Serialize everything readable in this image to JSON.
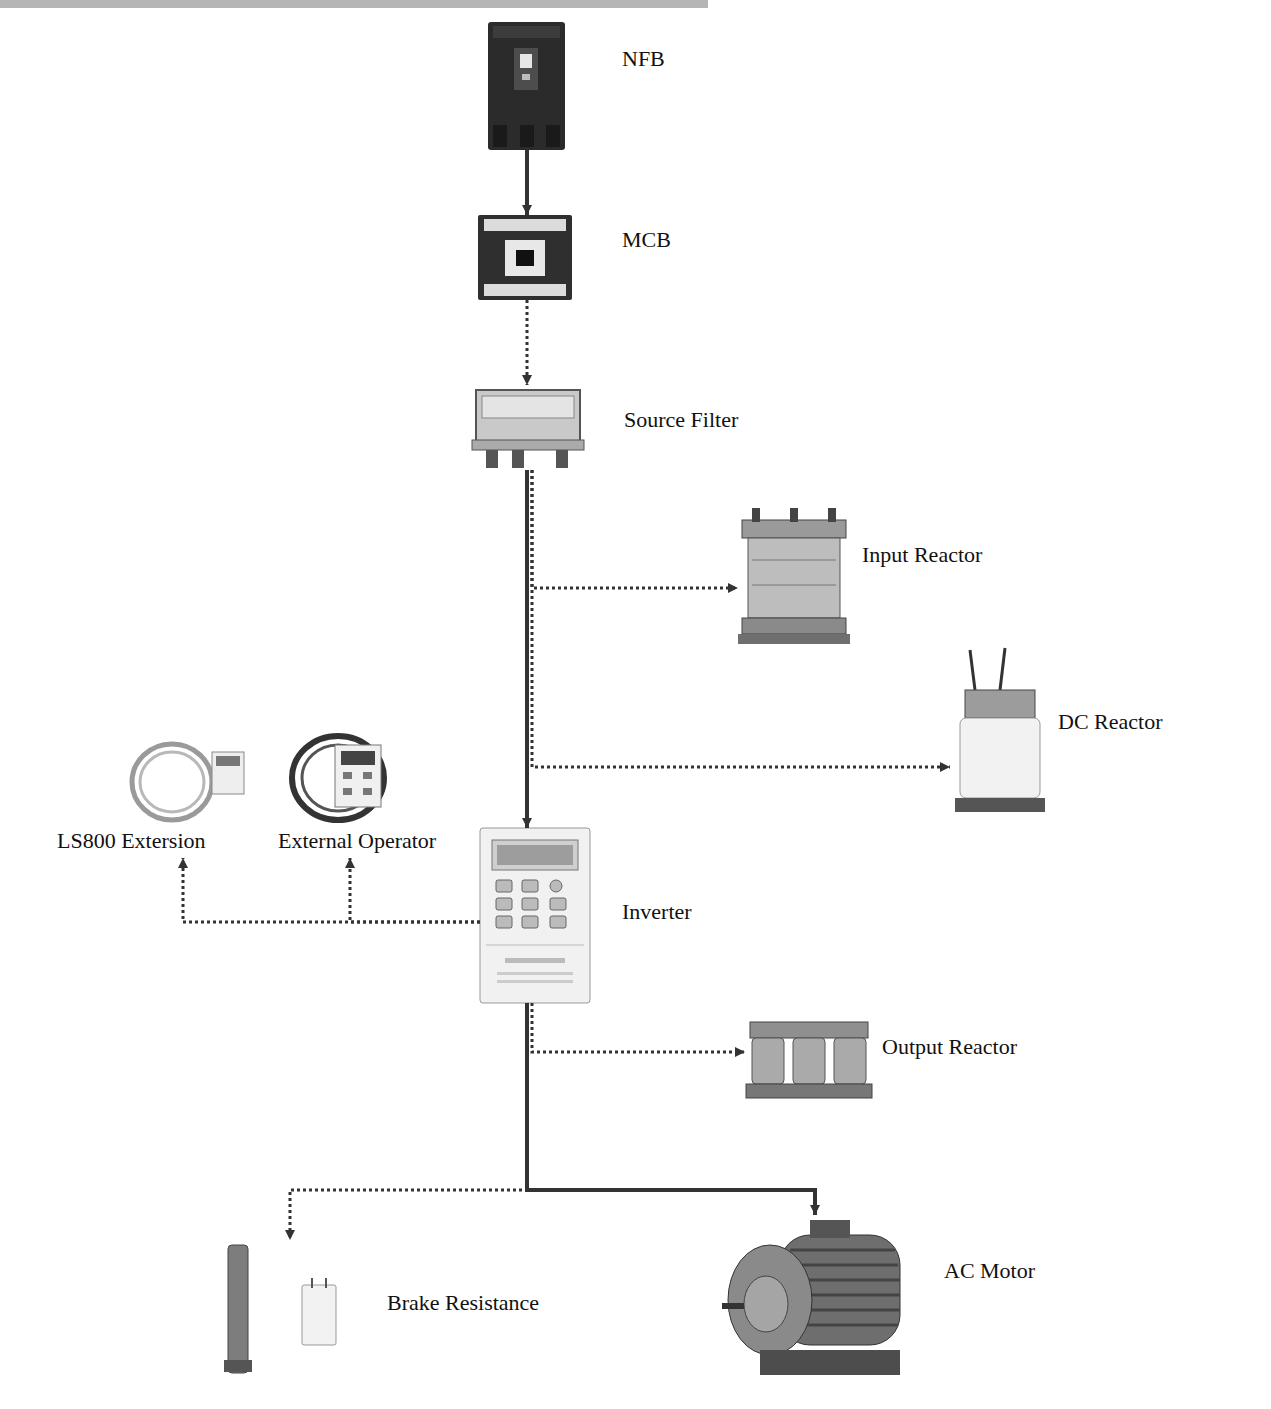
{
  "diagram": {
    "nodes": [
      {
        "text": [
          "NFB"
        ]
      },
      {
        "text": [
          "MCB"
        ]
      },
      {
        "text": [
          "Source Filter"
        ]
      },
      {
        "text": [
          "Input Reactor"
        ]
      },
      {
        "text": [
          "DC Reactor"
        ]
      },
      {
        "text": [
          "LS800 Extersion"
        ]
      },
      {
        "text": [
          "External Operator"
        ]
      },
      {
        "text": [
          "Inverter"
        ]
      },
      {
        "text": [
          "Output Reactor"
        ]
      },
      {
        "text": [
          "Brake Resistance"
        ]
      },
      {
        "text": [
          "AC Motor"
        ]
      }
    ],
    "edges": [
      {
        "from": 0,
        "to": 1,
        "arrow": "to"
      },
      {
        "from": 1,
        "to": 2,
        "arrow": "to"
      },
      {
        "from": 2,
        "to": 7,
        "arrow": "to"
      },
      {
        "from": 2,
        "to": 3,
        "arrow": "to"
      },
      {
        "from": 2,
        "to": 4,
        "arrow": "to"
      },
      {
        "from": 7,
        "to": 5,
        "arrow": "to"
      },
      {
        "from": 7,
        "to": 6,
        "arrow": "to"
      },
      {
        "from": 7,
        "to": 8,
        "arrow": "to"
      },
      {
        "from": 7,
        "to": 9,
        "arrow": "to"
      },
      {
        "from": 7,
        "to": 10,
        "arrow": "to"
      }
    ]
  }
}
